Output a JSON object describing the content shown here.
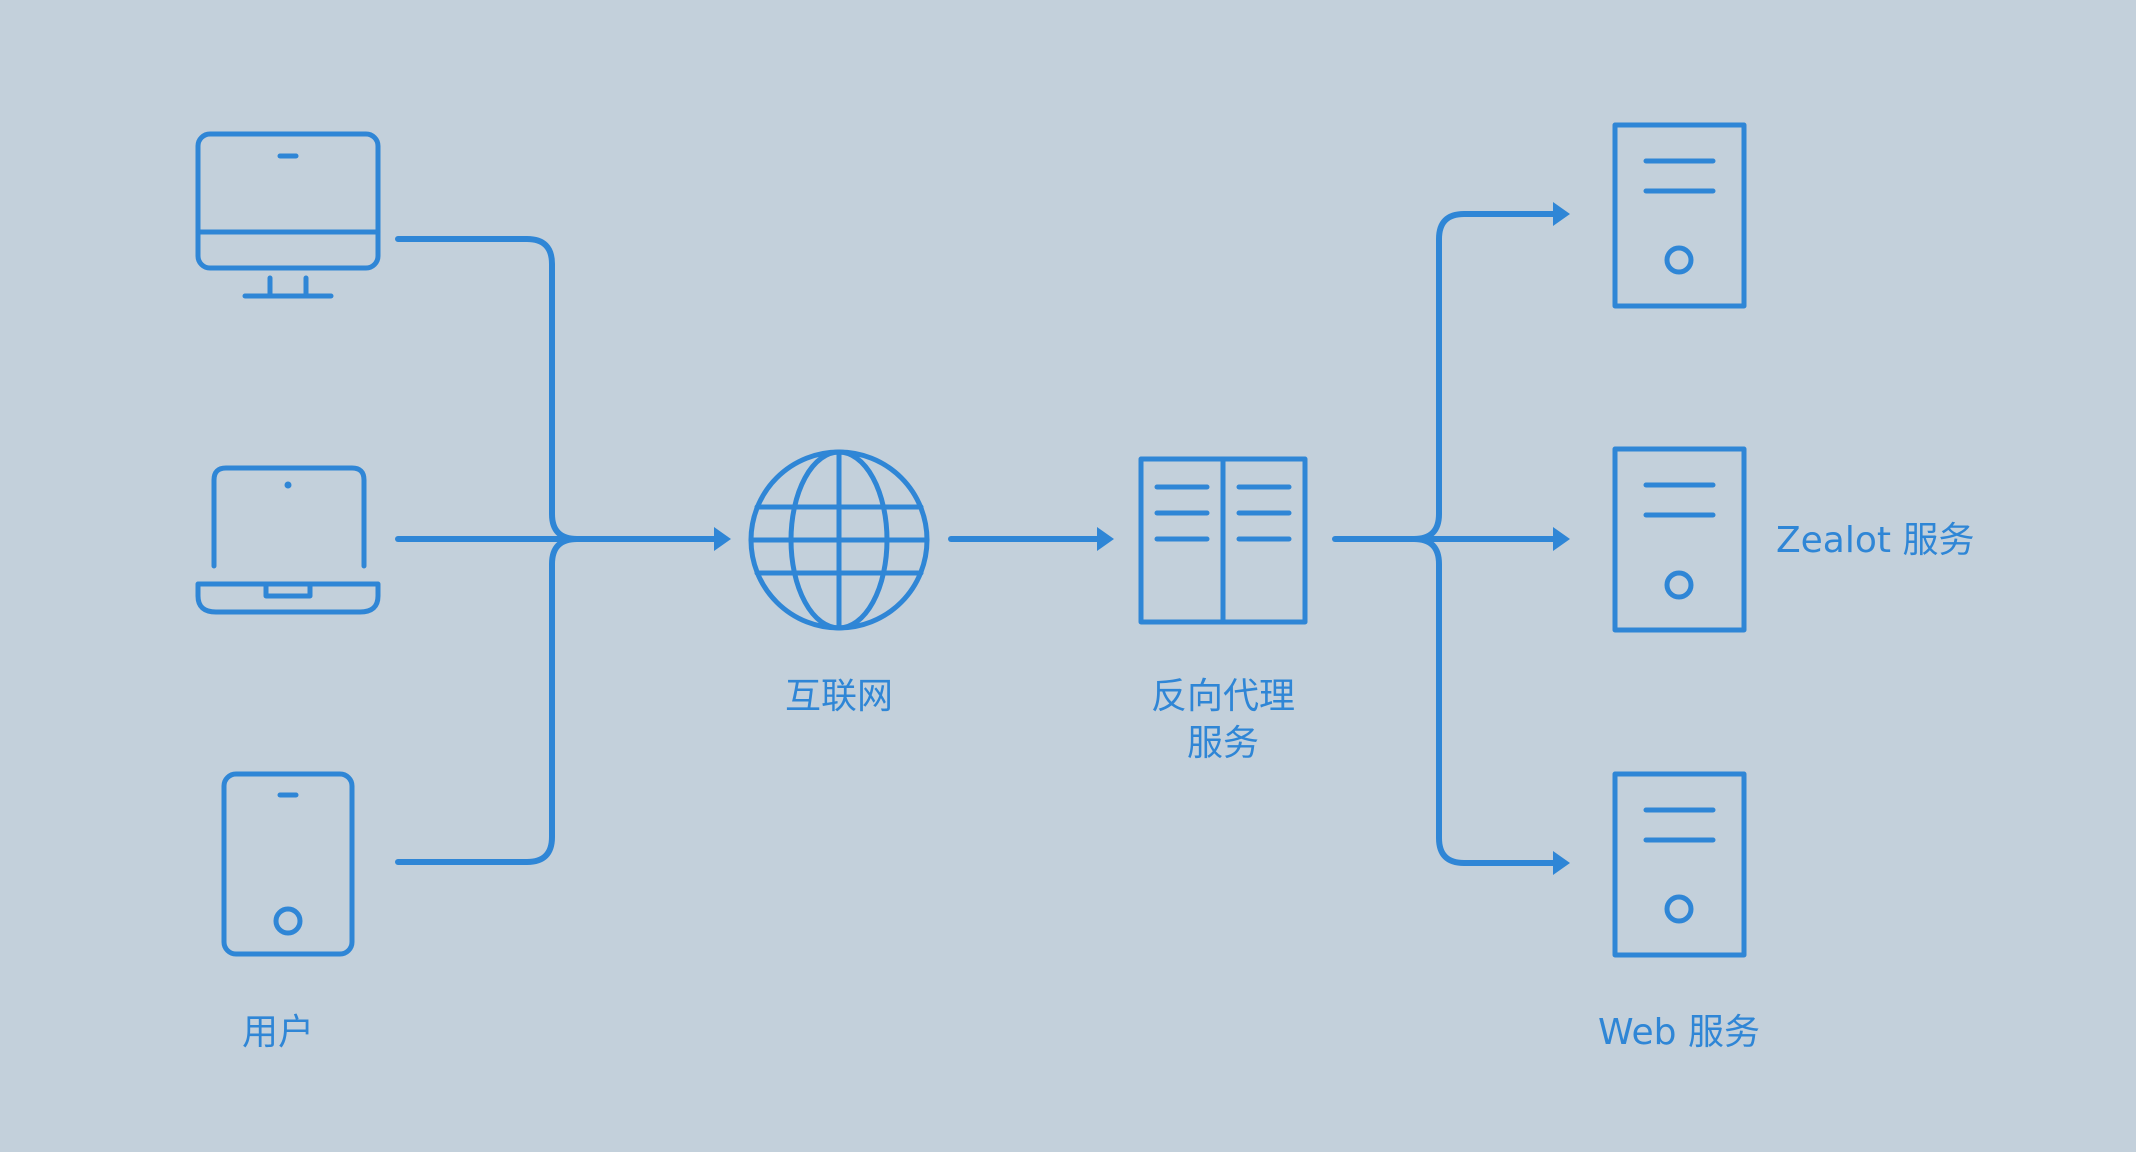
{
  "colors": {
    "background": "#c3d0db",
    "accent": "#2f86d6"
  },
  "nodes": {
    "users": {
      "label": "用户",
      "devices": [
        "desktop-icon",
        "laptop-icon",
        "tablet-icon"
      ]
    },
    "internet": {
      "label": "互联网",
      "icon": "globe-icon"
    },
    "proxy": {
      "label_line1": "反向代理",
      "label_line2": "服务",
      "icon": "proxy-server-icon"
    },
    "servers": {
      "zealot_label": "Zealot 服务",
      "web_label": "Web 服务",
      "icons": [
        "server-icon",
        "server-icon",
        "server-icon"
      ]
    }
  }
}
